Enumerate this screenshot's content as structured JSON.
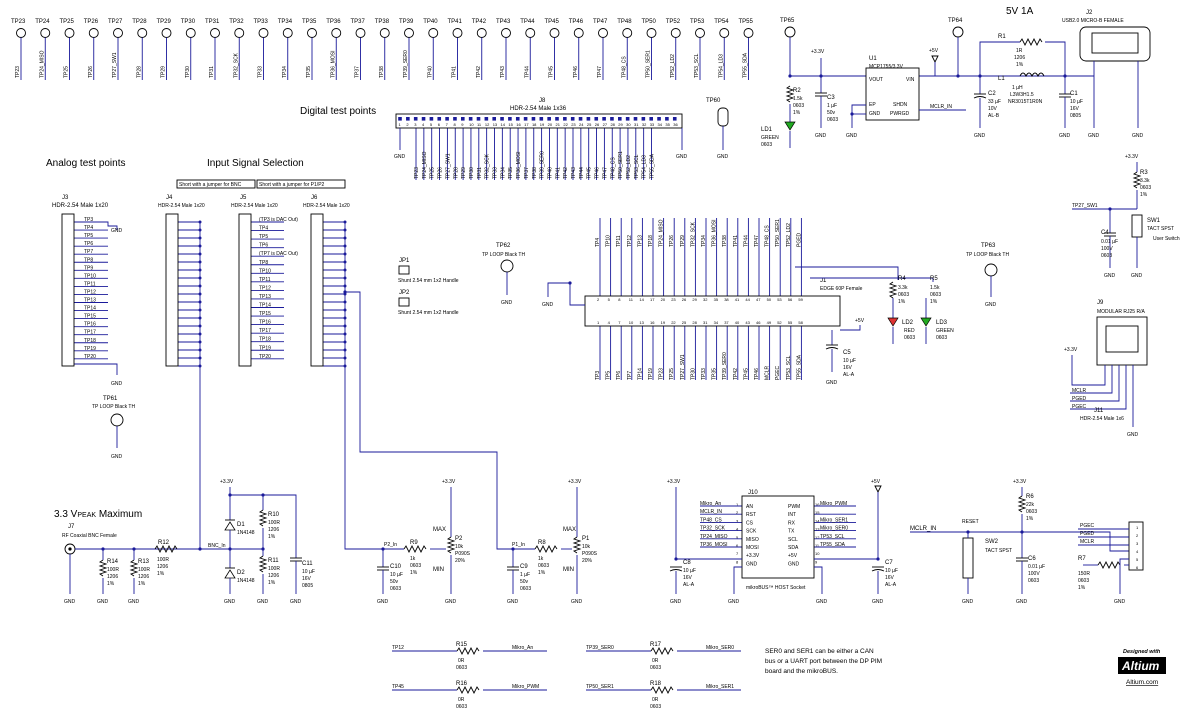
{
  "diagram": {
    "headings": {
      "digital": "Digital test points",
      "analog": "Analog test points",
      "input": "Input Signal Selection",
      "bnc_max_a": "3.3 V",
      "bnc_max_b": "PEAK",
      "bnc_max_c": " Maximum"
    },
    "tp_top": [
      {
        "ref": "TP23",
        "net": "TP23"
      },
      {
        "ref": "TP24",
        "net": "TP24_MISO"
      },
      {
        "ref": "TP25",
        "net": "TP25"
      },
      {
        "ref": "TP26",
        "net": "TP26"
      },
      {
        "ref": "TP27",
        "net": "TP27_SW1"
      },
      {
        "ref": "TP28",
        "net": "TP28"
      },
      {
        "ref": "TP29",
        "net": "TP29"
      },
      {
        "ref": "TP30",
        "net": "TP30"
      },
      {
        "ref": "TP31",
        "net": "TP31"
      },
      {
        "ref": "TP32",
        "net": "TP32_SCK"
      },
      {
        "ref": "TP33",
        "net": "TP33"
      },
      {
        "ref": "TP34",
        "net": "TP34"
      },
      {
        "ref": "TP35",
        "net": "TP35"
      },
      {
        "ref": "TP36",
        "net": "TP36_MOSI"
      },
      {
        "ref": "TP37",
        "net": "TP37"
      },
      {
        "ref": "TP38",
        "net": "TP38"
      },
      {
        "ref": "TP39",
        "net": "TP39_SER0"
      },
      {
        "ref": "TP40",
        "net": "TP40"
      },
      {
        "ref": "TP41",
        "net": "TP41"
      },
      {
        "ref": "TP42",
        "net": "TP42"
      },
      {
        "ref": "TP43",
        "net": "TP43"
      },
      {
        "ref": "TP44",
        "net": "TP44"
      },
      {
        "ref": "TP45",
        "net": "TP45"
      },
      {
        "ref": "TP46",
        "net": "TP46"
      },
      {
        "ref": "TP47",
        "net": "TP47"
      },
      {
        "ref": "TP48",
        "net": "TP48_CS"
      },
      {
        "ref": "TP50",
        "net": "TP50_SER1"
      },
      {
        "ref": "TP52",
        "net": "TP52_LD2"
      },
      {
        "ref": "TP53",
        "net": "TP53_SCL"
      },
      {
        "ref": "TP54",
        "net": "TP54_LD3"
      },
      {
        "ref": "TP55",
        "net": "TP55_SDA"
      }
    ],
    "j8": {
      "ref": "J8",
      "part": "HDR-2.54 Male 1x36",
      "gnd": "GND"
    },
    "tp60": {
      "ref": "TP60",
      "gnd": "GND"
    },
    "j3": {
      "ref": "J3",
      "part": "HDR-2.54 Male 1x20",
      "gnd": "GND",
      "pins": [
        "TP3",
        "TP4",
        "TP5",
        "TP6",
        "TP7",
        "TP8",
        "TP9",
        "TP10",
        "TP11",
        "TP12",
        "TP13",
        "TP14",
        "TP15",
        "TP16",
        "TP17",
        "TP18",
        "TP19",
        "TP20"
      ]
    },
    "j4": {
      "ref": "J4",
      "part": "HDR-2.54 Male 1x20",
      "note": "Short with a jumper for BNC"
    },
    "j5": {
      "ref": "J5",
      "part": "HDR-2.54 Male 1x20",
      "note": "Short with a jumper for P1/P2",
      "pins": [
        "(TP3 is DAC Out)",
        "TP4",
        "TP5",
        "TP6",
        "(TP7 is DAC Out)",
        "TP8",
        "TP10",
        "TP11",
        "TP12",
        "TP13",
        "TP14",
        "TP15",
        "TP16",
        "TP17",
        "TP18",
        "TP19",
        "TP20"
      ]
    },
    "j6": {
      "ref": "J6",
      "part": "HDR-2.54 Male 1x20"
    },
    "tp61": {
      "ref": "TP61",
      "part": "TP LOOP Black TH",
      "gnd": "GND"
    },
    "jp1": {
      "ref": "JP1",
      "part": "Shunt 2.54 mm 1x2 Handle"
    },
    "jp2": {
      "ref": "JP2",
      "part": "Shunt 2.54 mm 1x2 Handle"
    },
    "tp62": {
      "ref": "TP62",
      "part": "TP LOOP Black TH",
      "gnd": "GND"
    },
    "tp63": {
      "ref": "TP63",
      "part": "TP LOOP Black TH",
      "gnd": "GND"
    },
    "j1": {
      "ref": "J1",
      "part": "EDGE 60P Female",
      "gnd": "GND",
      "top_nets": [
        "TP4",
        "TP10",
        "TP11",
        "TP12",
        "TP13",
        "TP18",
        "TP24_MISO",
        "TP26",
        "TP29",
        "TP32_SCK",
        "TP34",
        "TP36_MOSI",
        "TP38",
        "TP41",
        "TP44",
        "TP47",
        "TP48_CS",
        "TP50_SER1",
        "TP52_LD2",
        "PGED"
      ],
      "bot_nets": [
        "TP3",
        "TP5",
        "TP6",
        "TP7",
        "TP14",
        "TP19",
        "TP23",
        "TP25",
        "TP27_SW1",
        "TP30",
        "TP33",
        "TP35",
        "TP39_SER0",
        "TP42",
        "TP45",
        "TP46",
        "MCLR",
        "PGEC",
        "TP53_SCL",
        "TP55_SDA"
      ]
    },
    "r4": {
      "ref": "R4",
      "val": "3.3k",
      "pkg": "0603",
      "tol": "1%"
    },
    "r5": {
      "ref": "R5",
      "val": "1.5k",
      "pkg": "0603",
      "tol": "1%"
    },
    "ld2": {
      "ref": "LD2",
      "color": "RED",
      "pkg": "0603"
    },
    "ld3": {
      "ref": "LD3",
      "color": "GREEN",
      "pkg": "0603"
    },
    "c5": {
      "ref": "C5",
      "val": "10 µF",
      "v": "16V",
      "pkg": "AL-A"
    },
    "power": {
      "tp65": "TP65",
      "tp64": "TP64",
      "rail": "+3.3V",
      "v5": "+5V",
      "title5v": "5V 1A",
      "gnd": "GND"
    },
    "u1": {
      "ref": "U1",
      "part": "MCP1755/3.3V",
      "vout": "VOUT",
      "vin": "VIN",
      "ep": "EP",
      "gnd": "GND",
      "shdn": "SHDN",
      "pwrgd": "PWRGD"
    },
    "r1": {
      "ref": "R1",
      "val": "1R",
      "pkg": "1206",
      "tol": "1%"
    },
    "l1": {
      "ref": "L1",
      "val": "1 µH",
      "part": "L3W3H1.5",
      "pkg": "NR3015T1R0N"
    },
    "j2": {
      "ref": "J2",
      "part": "USB2.0 MICRO-B FEMALE"
    },
    "r2": {
      "ref": "R2",
      "val": "1.5k",
      "pkg": "0603",
      "tol": "1%"
    },
    "ld1": {
      "ref": "LD1",
      "color": "GREEN",
      "pkg": "0603"
    },
    "c3": {
      "ref": "C3",
      "val": "1 µF",
      "v": "50v",
      "pkg": "0603"
    },
    "c2": {
      "ref": "C2",
      "val": "33 µF",
      "v": "10V",
      "pkg": "AL-B"
    },
    "c1": {
      "ref": "C1",
      "val": "10 µF",
      "v": "16V",
      "pkg": "0805"
    },
    "mclr_in": "MCLR_IN",
    "sw1": {
      "ref": "SW1",
      "part": "TACT SPST",
      "desc": "User Switch",
      "net": "TP27_SW1"
    },
    "r3": {
      "ref": "R3",
      "val": "3.3k",
      "pkg": "0603",
      "tol": "1%"
    },
    "c4": {
      "ref": "C4",
      "val": "0.01 µF",
      "v": "100V",
      "pkg": "0603"
    },
    "j9": {
      "ref": "J9",
      "part": "MODULAR RJ25 R/A",
      "nets": [
        "MCLR",
        "PGED",
        "PGEC"
      ]
    },
    "bnc": {
      "ref": "J7",
      "part": "RF Coaxial BNC Female",
      "node": "BNC_In"
    },
    "r14": {
      "ref": "R14",
      "val": "100R",
      "pkg": "1206",
      "tol": "1%"
    },
    "r13": {
      "ref": "R13",
      "val": "100R",
      "pkg": "1206",
      "tol": "1%"
    },
    "r12": {
      "ref": "R12",
      "val": "100R",
      "pkg": "1206",
      "tol": "1%"
    },
    "d1": {
      "ref": "D1",
      "part": "1N4148"
    },
    "d2": {
      "ref": "D2",
      "part": "1N4148"
    },
    "r10": {
      "ref": "R10",
      "val": "100R",
      "pkg": "1206",
      "tol": "1%"
    },
    "r11": {
      "ref": "R11",
      "val": "100R",
      "pkg": "1206",
      "tol": "1%"
    },
    "c11": {
      "ref": "C11",
      "val": "10 µF",
      "v": "16V",
      "pkg": "0805"
    },
    "p2": {
      "ref": "P2",
      "val": "10k",
      "part": "P090S",
      "tol": "20%",
      "max": "MAX",
      "min": "MIN"
    },
    "r9": {
      "ref": "R9",
      "val": "1k",
      "pkg": "0603",
      "tol": "1%"
    },
    "c10": {
      "ref": "C10",
      "val": "10 µF",
      "v": "50v",
      "pkg": "0603"
    },
    "p2_in": "P2_In",
    "p1": {
      "ref": "P1",
      "val": "10k",
      "part": "P090S",
      "tol": "20%",
      "max": "MAX",
      "min": "MIN"
    },
    "r8": {
      "ref": "R8",
      "val": "1k",
      "pkg": "0603",
      "tol": "1%"
    },
    "c9": {
      "ref": "C9",
      "val": "1 µF",
      "v": "50v",
      "pkg": "0603"
    },
    "p1_in": "P1_In",
    "j10": {
      "ref": "J10",
      "part": "mikroBUS™ HOST Socket",
      "left_nets": [
        "Mikro_An",
        "MCLR_IN",
        "TP48_CS",
        "TP32_SCK",
        "TP24_MISO",
        "TP36_MOSI"
      ],
      "left_pins": [
        "AN",
        "RST",
        "CS",
        "SCK",
        "MISO",
        "MOSI",
        "+3.3V",
        "GND"
      ],
      "right_pins": [
        "PWM",
        "INT",
        "RX",
        "TX",
        "SCL",
        "SDA",
        "+5V",
        "GND"
      ],
      "right_nets": [
        "Mikro_PWM",
        "",
        "Mikro_SER1",
        "Mikro_SER0",
        "TP53_SCL",
        "TP55_SDA"
      ]
    },
    "c8": {
      "ref": "C8",
      "val": "10 µF",
      "v": "16V",
      "pkg": "AL-A"
    },
    "c7": {
      "ref": "C7",
      "val": "10 µF",
      "v": "16V",
      "pkg": "AL-A"
    },
    "sw2": {
      "ref": "SW2",
      "part": "TACT SPST",
      "name": "RESET"
    },
    "r6": {
      "ref": "R6",
      "val": "22k",
      "pkg": "0603",
      "tol": "1%"
    },
    "c6": {
      "ref": "C6",
      "val": "0.01 µF",
      "v": "100V",
      "pkg": "0603"
    },
    "r7": {
      "ref": "R7",
      "val": "150R",
      "pkg": "0603",
      "tol": "1%"
    },
    "j11": {
      "ref": "J11",
      "part": "HDR-2.54 Male 1x6",
      "nets": [
        "PGEC",
        "PGED",
        "MCLR"
      ]
    },
    "jumpers": [
      {
        "from": "TP12",
        "ref": "R15",
        "val": "0R",
        "pkg": "0603",
        "to": "Mikro_An"
      },
      {
        "from": "TP45",
        "ref": "R16",
        "val": "0R",
        "pkg": "0603",
        "to": "Mikro_PWM"
      },
      {
        "from": "TP39_SER0",
        "ref": "R17",
        "val": "0R",
        "pkg": "0603",
        "to": "Mikro_SER0"
      },
      {
        "from": "TP50_SER1",
        "ref": "R18",
        "val": "0R",
        "pkg": "0603",
        "to": "Mikro_SER1"
      }
    ],
    "note_lines": [
      "SER0 and SER1 can be either a CAN",
      "bus or a UART port between the DP PIM",
      "board and the mikroBUS."
    ],
    "logo": {
      "top": "Designed with",
      "brand": "Altium",
      "url": "Altium.com"
    }
  }
}
